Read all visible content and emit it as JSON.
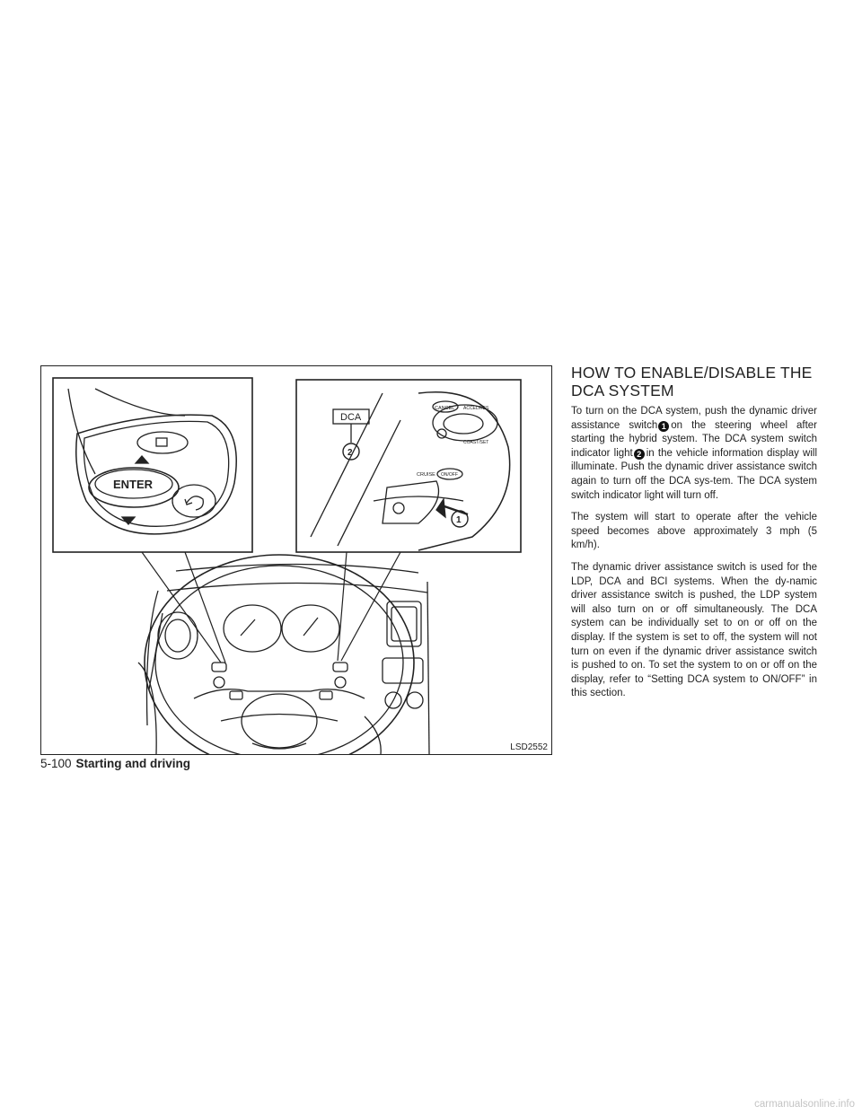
{
  "figure": {
    "code": "LSD2552",
    "callout_dca_label": "DCA",
    "callout_1": "1",
    "callout_2": "2",
    "enter_label": "ENTER",
    "cancel_label": "CANCEL",
    "accel_label": "ACCEL/RES",
    "coast_label": "COAST/SET",
    "cruise_label": "CRUISE",
    "onoff_label": "ON/OFF"
  },
  "content": {
    "heading_line1": "HOW TO ENABLE/DISABLE THE",
    "heading_line2": "DCA SYSTEM",
    "p1_a": "To turn on the DCA system, push the dynamic driver assistance switch",
    "p1_ref1": "1",
    "p1_b": "on the steering wheel after starting the hybrid system. The DCA system switch indicator light",
    "p1_ref2": "2",
    "p1_c": "in the vehicle information display will illuminate. Push the dynamic driver assistance switch again to turn off the DCA sys-tem. The DCA system switch indicator light will turn off.",
    "p2": "The system will start to operate after the vehicle speed becomes above approximately 3 mph (5 km/h).",
    "p3": "The dynamic driver assistance switch is used for the LDP, DCA and BCI systems. When the dy-namic driver assistance switch is pushed, the LDP system will also turn on or off simultaneously. The DCA system can be individually set to on or off on the display. If the system is set to off, the system will not turn on even if the dynamic driver assistance switch is pushed to on. To set the system to on or off on the display, refer to “Setting DCA system to ON/OFF” in this section."
  },
  "footer": {
    "page_number": "5-100",
    "section_title": "Starting and driving"
  },
  "watermark": "carmanualsonline.info"
}
